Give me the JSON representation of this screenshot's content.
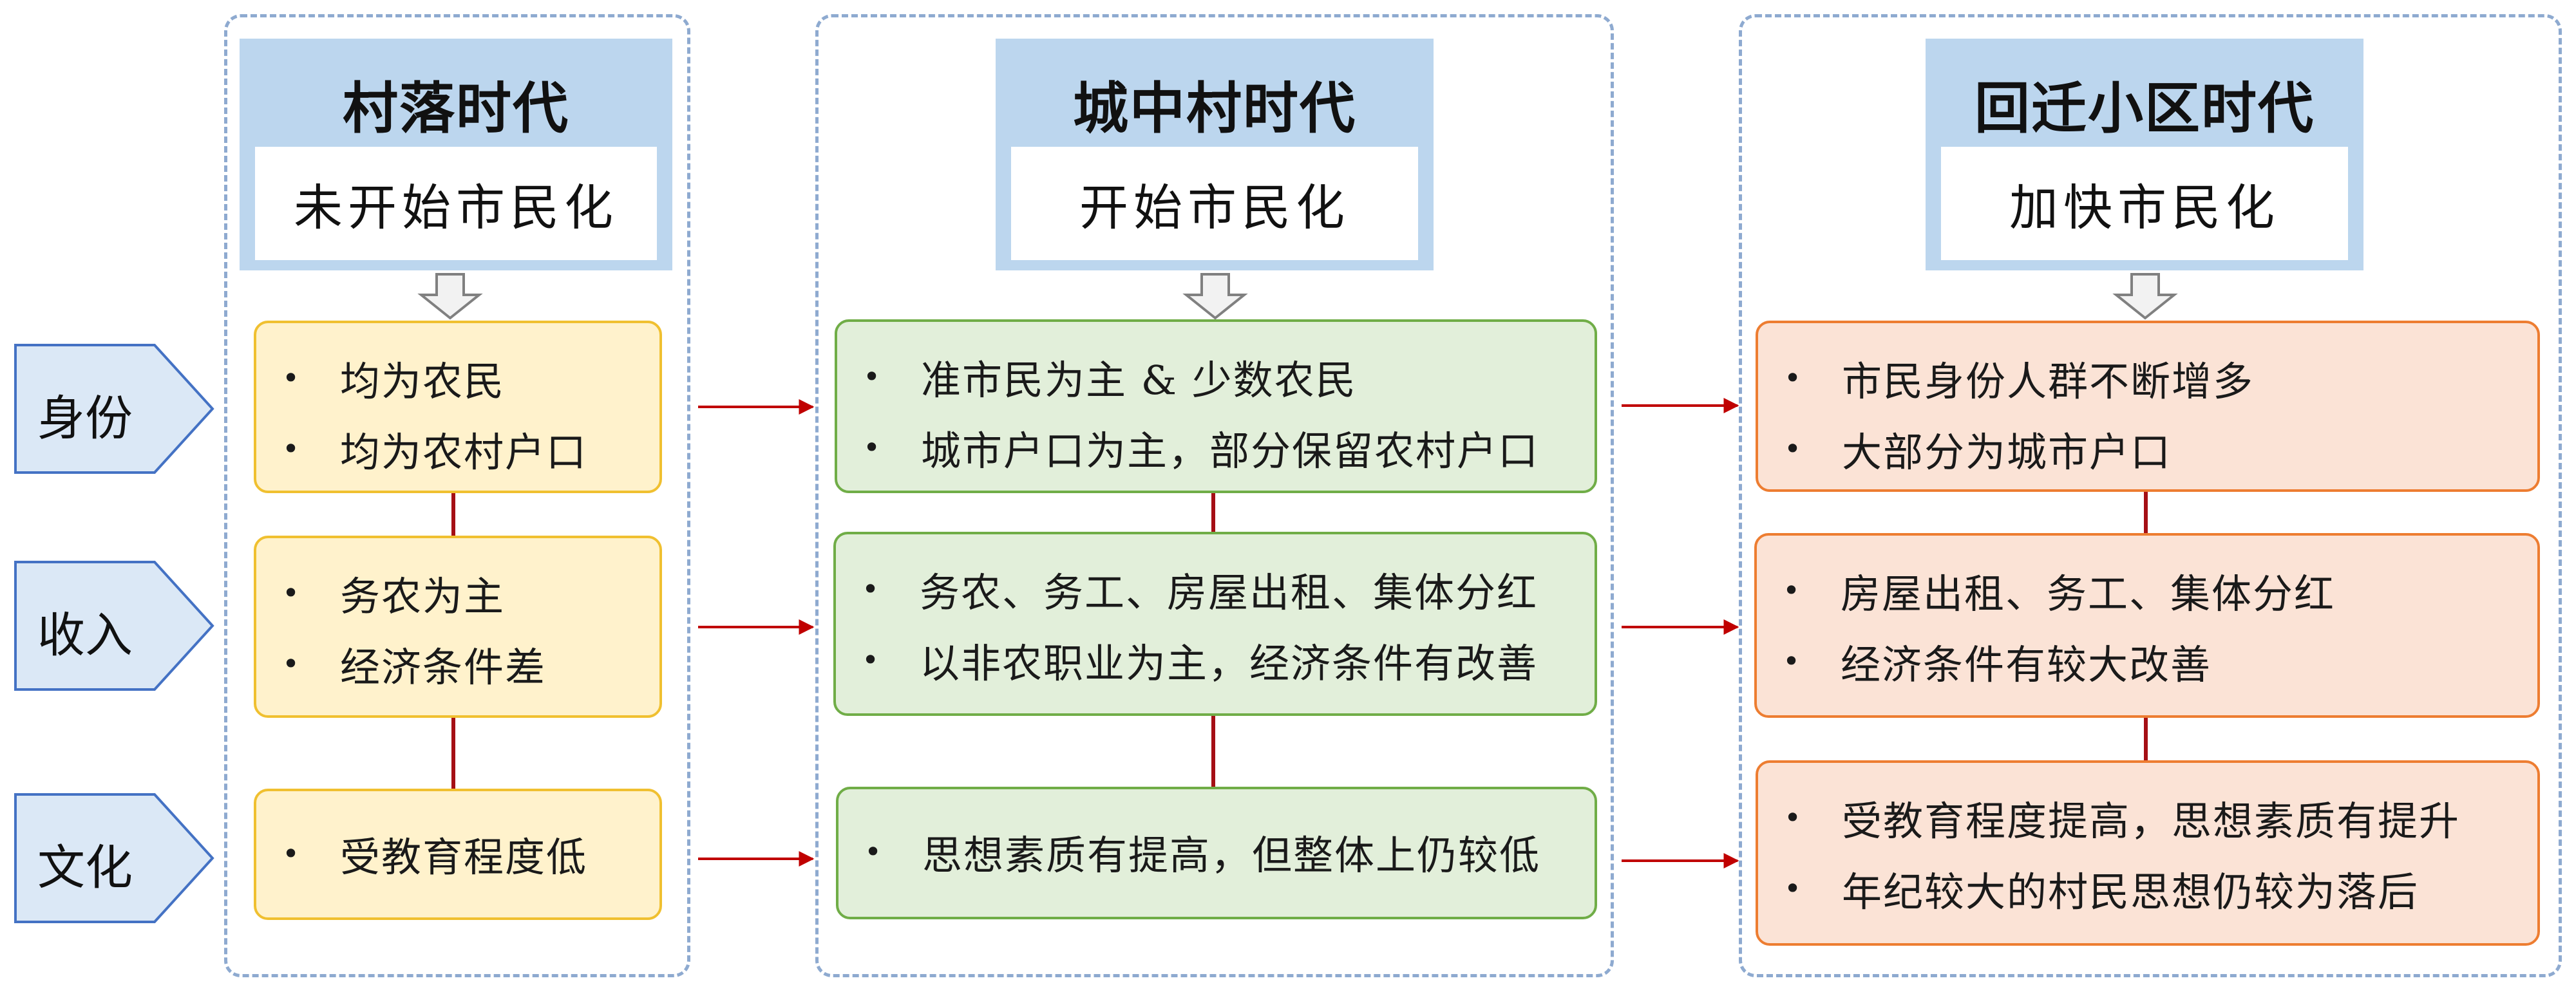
{
  "categories": [
    {
      "label": "身份"
    },
    {
      "label": "收入"
    },
    {
      "label": "文化"
    }
  ],
  "eras": [
    {
      "title": "村落时代",
      "subtitle": "未开始市民化",
      "boxes": [
        [
          "均为农民",
          "均为农村户口"
        ],
        [
          "务农为主",
          "经济条件差"
        ],
        [
          "受教育程度低"
        ]
      ]
    },
    {
      "title": "城中村时代",
      "subtitle": "开始市民化",
      "boxes": [
        [
          "准市民为主 & 少数农民",
          "城市户口为主，部分保留农村户口"
        ],
        [
          "务农、务工、房屋出租、集体分红",
          "以非农职业为主，经济条件有改善"
        ],
        [
          "思想素质有提高，但整体上仍较低"
        ]
      ]
    },
    {
      "title": "回迁小区时代",
      "subtitle": "加快市民化",
      "boxes": [
        [
          "市民身份人群不断增多",
          "大部分为城市户口"
        ],
        [
          "房屋出租、务工、集体分红",
          "经济条件有较大改善"
        ],
        [
          "受教育程度提高，思想素质有提升",
          "年纪较大的村民思想仍较为落后"
        ]
      ]
    }
  ],
  "bullet_symbol": "•",
  "colors": {
    "frame_border": "#8eaad0",
    "header_fill": "#bcd6ee",
    "label_fill": "#dbe8f6",
    "label_border": "#4472c4",
    "era1_fill": "#fff2cc",
    "era1_border": "#f0c030",
    "era2_fill": "#e2efda",
    "era2_border": "#70ad47",
    "era3_fill": "#fbe3d6",
    "era3_border": "#ed7d31",
    "connector": "#a50f15",
    "arrow": "#c00000"
  }
}
